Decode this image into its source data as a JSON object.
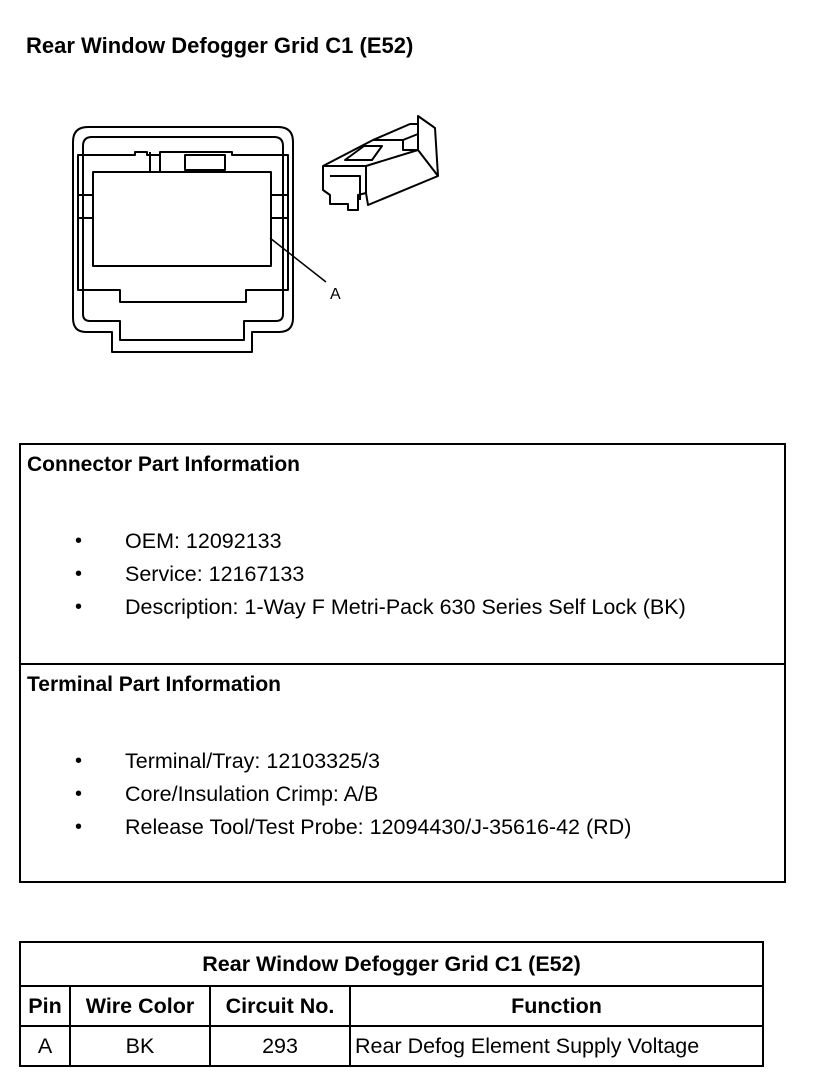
{
  "page_title": "Rear Window Defogger Grid C1 (E52)",
  "figure": {
    "callout_label": "A"
  },
  "connector_info": {
    "heading": "Connector Part Information",
    "items": [
      "OEM: 12092133",
      "Service: 12167133",
      "Description: 1-Way F Metri-Pack 630 Series Self Lock (BK)"
    ]
  },
  "terminal_info": {
    "heading": "Terminal Part Information",
    "items": [
      "Terminal/Tray: 12103325/3",
      "Core/Insulation Crimp: A/B",
      "Release Tool/Test Probe: 12094430/J-35616-42 (RD)"
    ]
  },
  "pin_table": {
    "title": "Rear Window Defogger Grid C1 (E52)",
    "headers": [
      "Pin",
      "Wire Color",
      "Circuit No.",
      "Function"
    ],
    "rows": [
      [
        "A",
        "BK",
        "293",
        "Rear Defog Element Supply Voltage"
      ]
    ]
  },
  "bullet_glyph": "•"
}
